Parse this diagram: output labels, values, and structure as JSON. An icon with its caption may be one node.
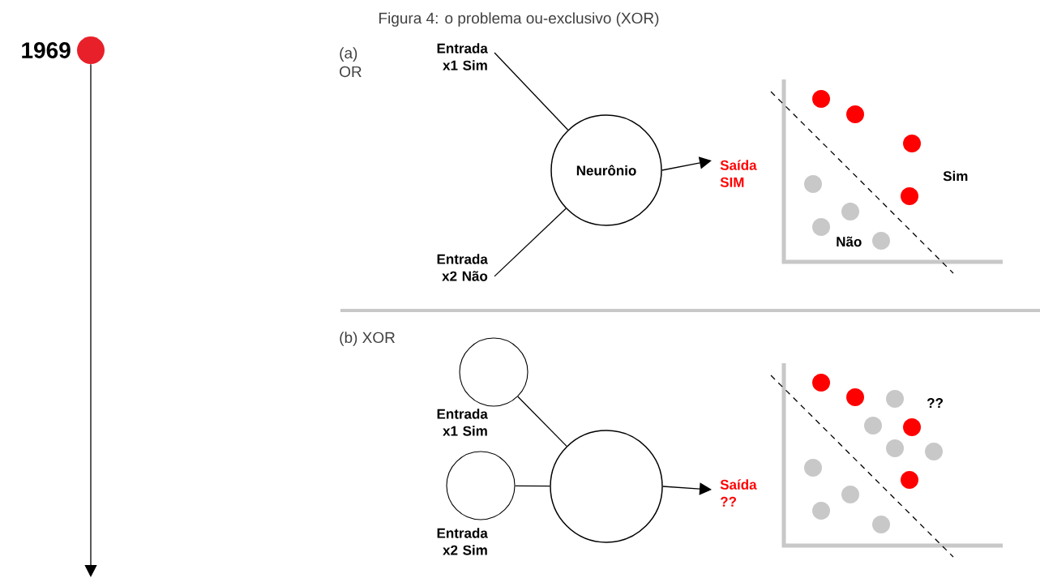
{
  "diagram": {
    "title": "Figura 4: o problema ou-exclusivo (XOR)",
    "nodes": [
      {
        "text": [],
        "shape": "circle",
        "beside": [
          "1969"
        ]
      },
      {
        "text": [
          "Entrada x1 Sim"
        ]
      },
      {
        "text": [
          "Entrada x2 Não"
        ]
      },
      {
        "text": [
          "Neurônio"
        ]
      },
      {
        "text": [
          "Saída SIM"
        ]
      },
      {
        "text": [],
        "shape": "circle",
        "beside": [
          "Entrada x1 Sim"
        ]
      },
      {
        "text": [],
        "shape": "circle",
        "beside": [
          "Entrada x2 Sim"
        ]
      },
      {
        "text": [],
        "shape": "circle"
      },
      {
        "text": [
          "Saída ??"
        ]
      }
    ],
    "edges": [
      {
        "from": 0,
        "to": null,
        "arrow": "to"
      },
      {
        "from": 1,
        "to": 3,
        "arrow": "none"
      },
      {
        "from": 2,
        "to": 3,
        "arrow": "none"
      },
      {
        "from": 3,
        "to": 4,
        "arrow": "to"
      },
      {
        "from": 5,
        "to": 7,
        "arrow": "none"
      },
      {
        "from": 6,
        "to": 7,
        "arrow": "none"
      },
      {
        "from": 7,
        "to": 8,
        "arrow": "to"
      }
    ],
    "labels": [
      "(a) OR",
      "Sim",
      "Não",
      "(b) XOR",
      "??"
    ]
  }
}
